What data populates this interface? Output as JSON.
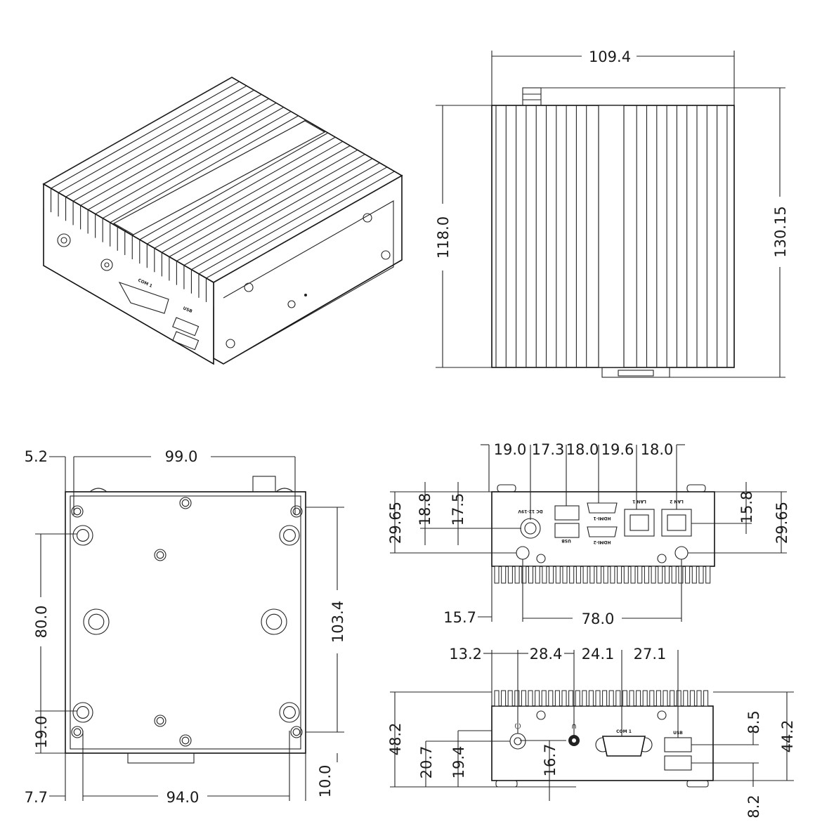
{
  "views": {
    "isometric": {
      "port_labels": {
        "com": "COM 1",
        "usb": "USB"
      }
    },
    "top": {
      "dims": {
        "width": "109.4",
        "height": "118.0",
        "overall_height": "130.15"
      }
    },
    "bottom": {
      "dims": {
        "left_offset": "5.2",
        "hole_span_x": "99.0",
        "hole_span_y": "80.0",
        "overall_depth": "103.4",
        "lower_offset": "19.0",
        "left_lower": "7.7",
        "foot_span": "94.0",
        "right_lower": "10.0"
      }
    },
    "rear": {
      "dims": {
        "p1": "19.0",
        "p2": "17.3",
        "p3": "18.0",
        "p4": "19.6",
        "p5": "18.0",
        "left_height": "29.65",
        "h2": "18.8",
        "h3": "17.5",
        "h4": "15.8",
        "right_height": "29.65",
        "ground_offset": "15.7",
        "ground_span": "78.0"
      },
      "port_labels": {
        "dc": "DC 12-19V",
        "usb": "USB",
        "hdmi1": "HDMI-1",
        "hdmi2": "HDMI-2",
        "lan1": "LAN 1",
        "lan2": "LAN 2"
      }
    },
    "front": {
      "dims": {
        "f1": "13.2",
        "f2": "28.4",
        "f3": "24.1",
        "f4": "27.1",
        "left_height": "48.2",
        "h1": "20.7",
        "h2": "19.4",
        "h3": "16.7",
        "usb_top": "8.5",
        "usb_bottom": "8.2",
        "right_height": "44.2"
      },
      "port_labels": {
        "com": "COM 1",
        "usb": "USB"
      }
    }
  }
}
